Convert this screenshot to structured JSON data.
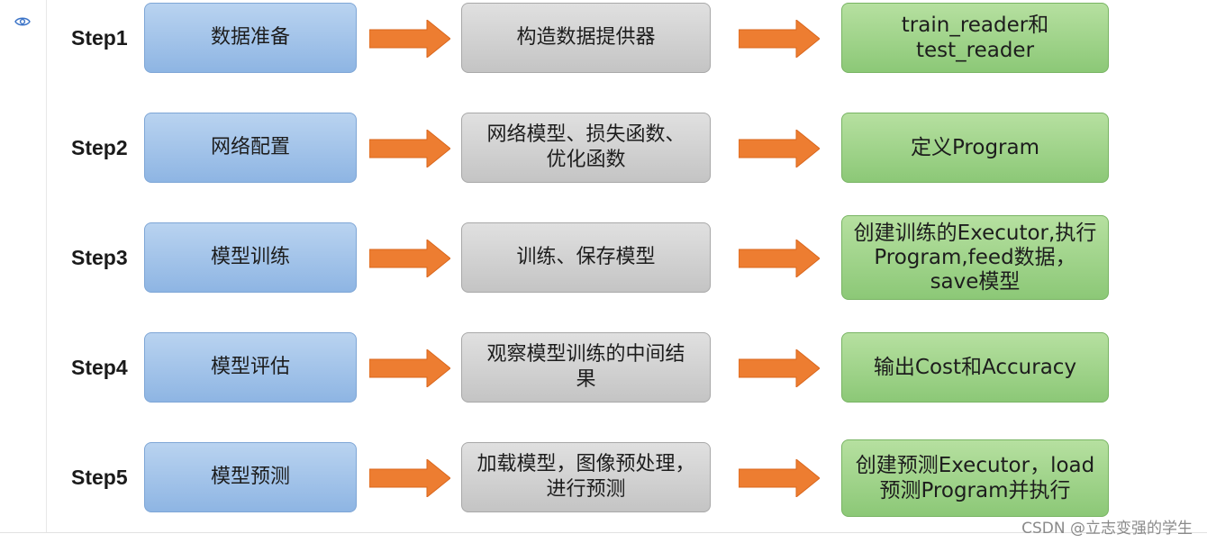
{
  "diagram": {
    "steps": [
      {
        "label": "Step1",
        "stage": "数据准备",
        "action": "构造数据提供器",
        "result": "train_reader和\ntest_reader"
      },
      {
        "label": "Step2",
        "stage": "网络配置",
        "action": "网络模型、损失函数、\n优化函数",
        "result": "定义Program"
      },
      {
        "label": "Step3",
        "stage": "模型训练",
        "action": "训练、保存模型",
        "result": "创建训练的Executor,执行\nProgram,feed数据，\nsave模型"
      },
      {
        "label": "Step4",
        "stage": "模型评估",
        "action": "观察模型训练的中间结\n果",
        "result": "输出Cost和Accuracy"
      },
      {
        "label": "Step5",
        "stage": "模型预测",
        "action": "加载模型，图像预处理，\n进行预测",
        "result": "创建预测Executor，load\n预测Program并执行"
      }
    ],
    "colors": {
      "stage_box": "#a6c4ea",
      "action_box": "#d2d2d2",
      "result_box": "#a2d48b",
      "arrow": "#ed7d31"
    }
  },
  "watermark": "CSDN @立志变强的学生"
}
